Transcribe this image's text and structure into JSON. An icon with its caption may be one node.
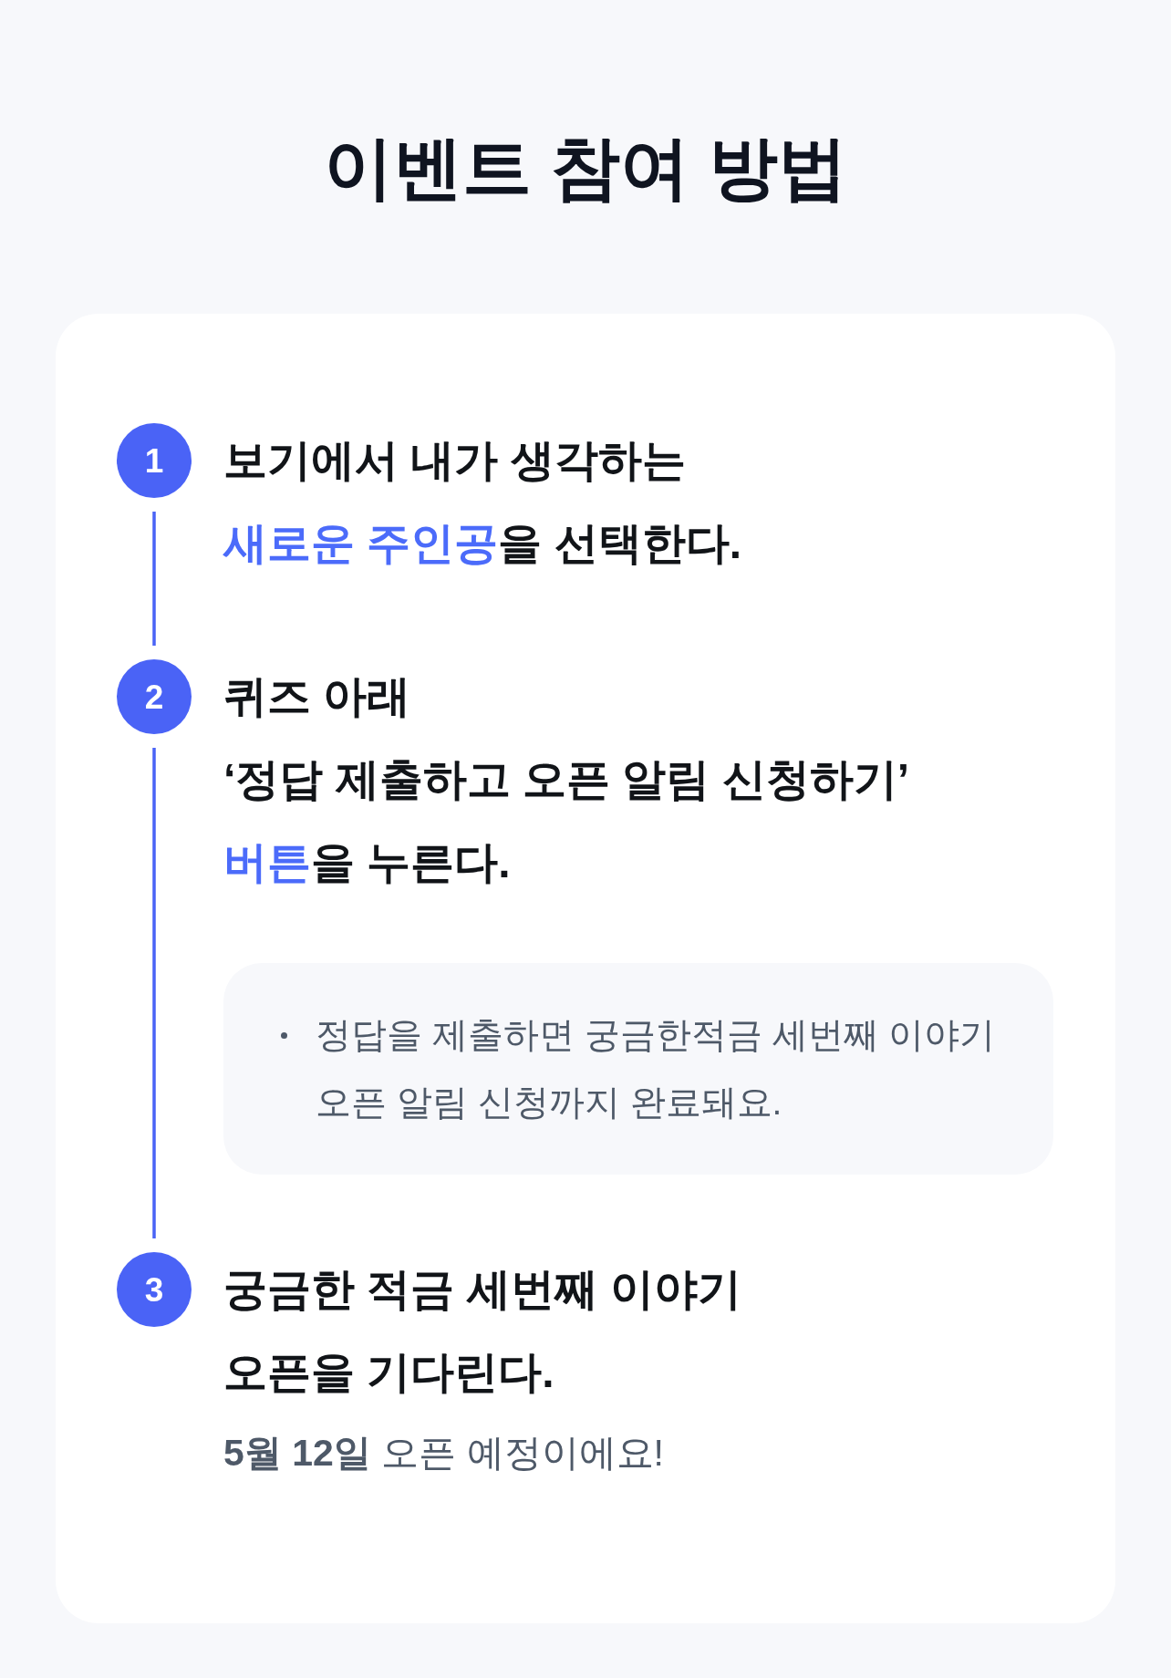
{
  "diagram": {
    "title": "이벤트 참여 방법",
    "nodes": [
      {
        "text": [],
        "shape": "box"
      },
      {
        "text": [
          "1"
        ],
        "in": 0,
        "beside": [
          "보기에서 내가 생각하는 **새로운 주인공**을 선택한다."
        ]
      },
      {
        "text": [
          "2"
        ],
        "in": 0,
        "beside": [
          "퀴즈 아래 ‘정답 제출하고 오픈 알림 신청하기’ **버튼**을 누른다."
        ]
      },
      {
        "text": [
          "정답을 제출하면 궁금한적금 세번째 이야기 오픈 알림 신청까지 완료돼요."
        ],
        "in": 0
      },
      {
        "text": [
          "3"
        ],
        "in": 0,
        "beside": [
          "궁금한 적금 세번째 이야기 오픈을 기다린다.",
          "**5월 12일** 오픈 예정이에요!"
        ]
      }
    ],
    "edges": [
      {
        "from": 1,
        "to": 2,
        "arrow": "none"
      },
      {
        "from": 2,
        "to": 4,
        "arrow": "none"
      }
    ]
  }
}
